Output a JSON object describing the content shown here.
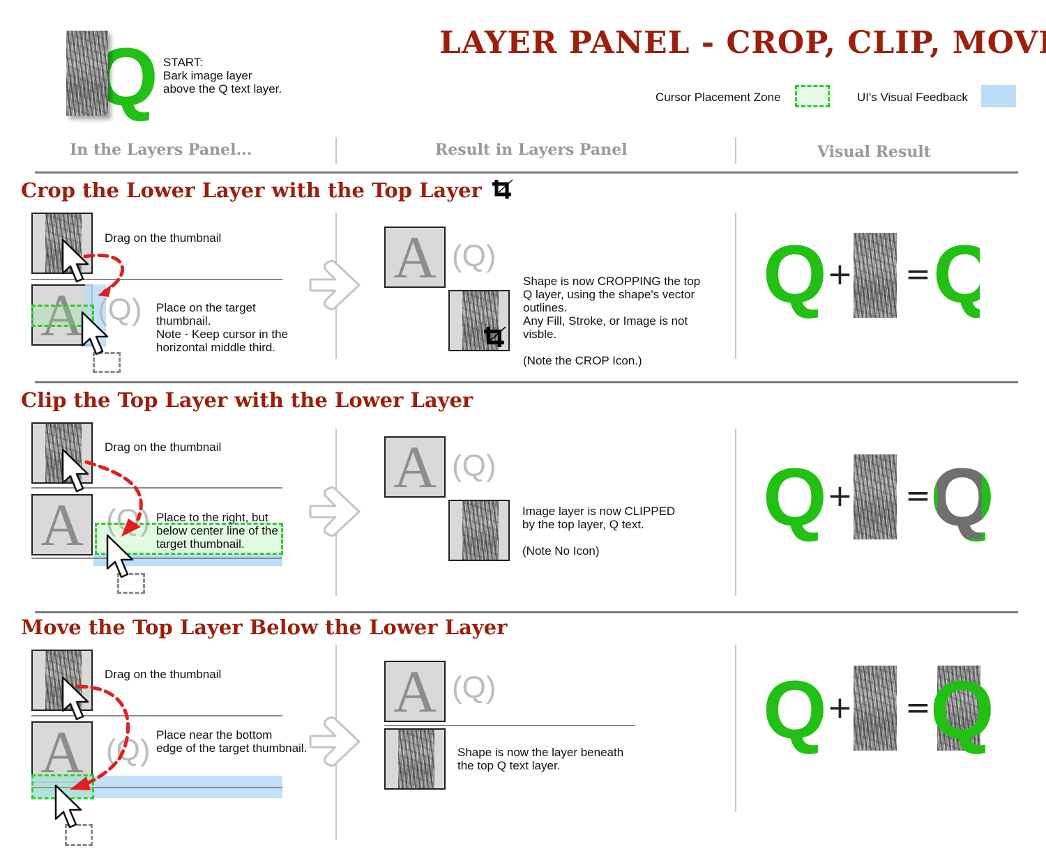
{
  "header": {
    "title": "LAYER PANEL - CROP, CLIP, MOVE",
    "start": {
      "label": "START:",
      "line1": "Bark image layer",
      "line2": "above the Q text layer.",
      "q_glyph": "Q"
    },
    "legend": {
      "zone_label": "Cursor Placement Zone",
      "feedback_label": "UI's Visual Feedback",
      "zone_color": "#2ccc2c",
      "feedback_color": "#bcdcf8"
    }
  },
  "columns": [
    {
      "label": "In the Layers Panel..."
    },
    {
      "label": "Result in Layers Panel"
    },
    {
      "label": "Visual Result"
    }
  ],
  "colors": {
    "title": "#9b1f0c",
    "q_green": "#22c014",
    "column_head": "#9a9a9a",
    "drag_arrow": "#e02020"
  },
  "sections": [
    {
      "title": "Crop the Lower Layer with the Top Layer",
      "title_icon": "crop-icon",
      "step1": "Drag on the thumbnail",
      "step2": [
        "Place on the target",
        "thumbnail.",
        "Note - Keep cursor in the",
        "horizontal middle third."
      ],
      "layer_a_glyph": "A",
      "layer_q_label": "(Q)",
      "result_text": [
        "Shape is now CROPPING the top",
        "Q layer, using the shape's vector",
        "outlines.",
        "Any Fill, Stroke, or Image is not",
        "visble.",
        "",
        "(Note the CROP Icon.)"
      ],
      "result_icon": "crop-icon",
      "equation": {
        "lhs": "Q",
        "plus": "+",
        "equals": "=",
        "rhs": "Q"
      }
    },
    {
      "title": "Clip the Top Layer with the Lower Layer",
      "step1": "Drag on the thumbnail",
      "step2": [
        "Place to the right, but",
        "below center line of the",
        "target thumbnail."
      ],
      "layer_a_glyph": "A",
      "layer_q_label": "(Q)",
      "result_text": [
        "Image layer is now CLIPPED",
        "by the top layer, Q text.",
        "",
        "(Note No Icon)"
      ],
      "equation": {
        "lhs": "Q",
        "plus": "+",
        "equals": "=",
        "rhs": "Q"
      }
    },
    {
      "title": "Move the Top Layer Below the Lower Layer",
      "step1": "Drag on the thumbnail",
      "step2": [
        "Place near the bottom",
        "edge of the target thumbnail."
      ],
      "layer_a_glyph": "A",
      "layer_q_label": "(Q)",
      "result_text": [
        "Shape is now the layer beneath",
        "the top Q text layer."
      ],
      "equation": {
        "lhs": "Q",
        "plus": "+",
        "equals": "=",
        "rhs": "Q"
      }
    }
  ]
}
